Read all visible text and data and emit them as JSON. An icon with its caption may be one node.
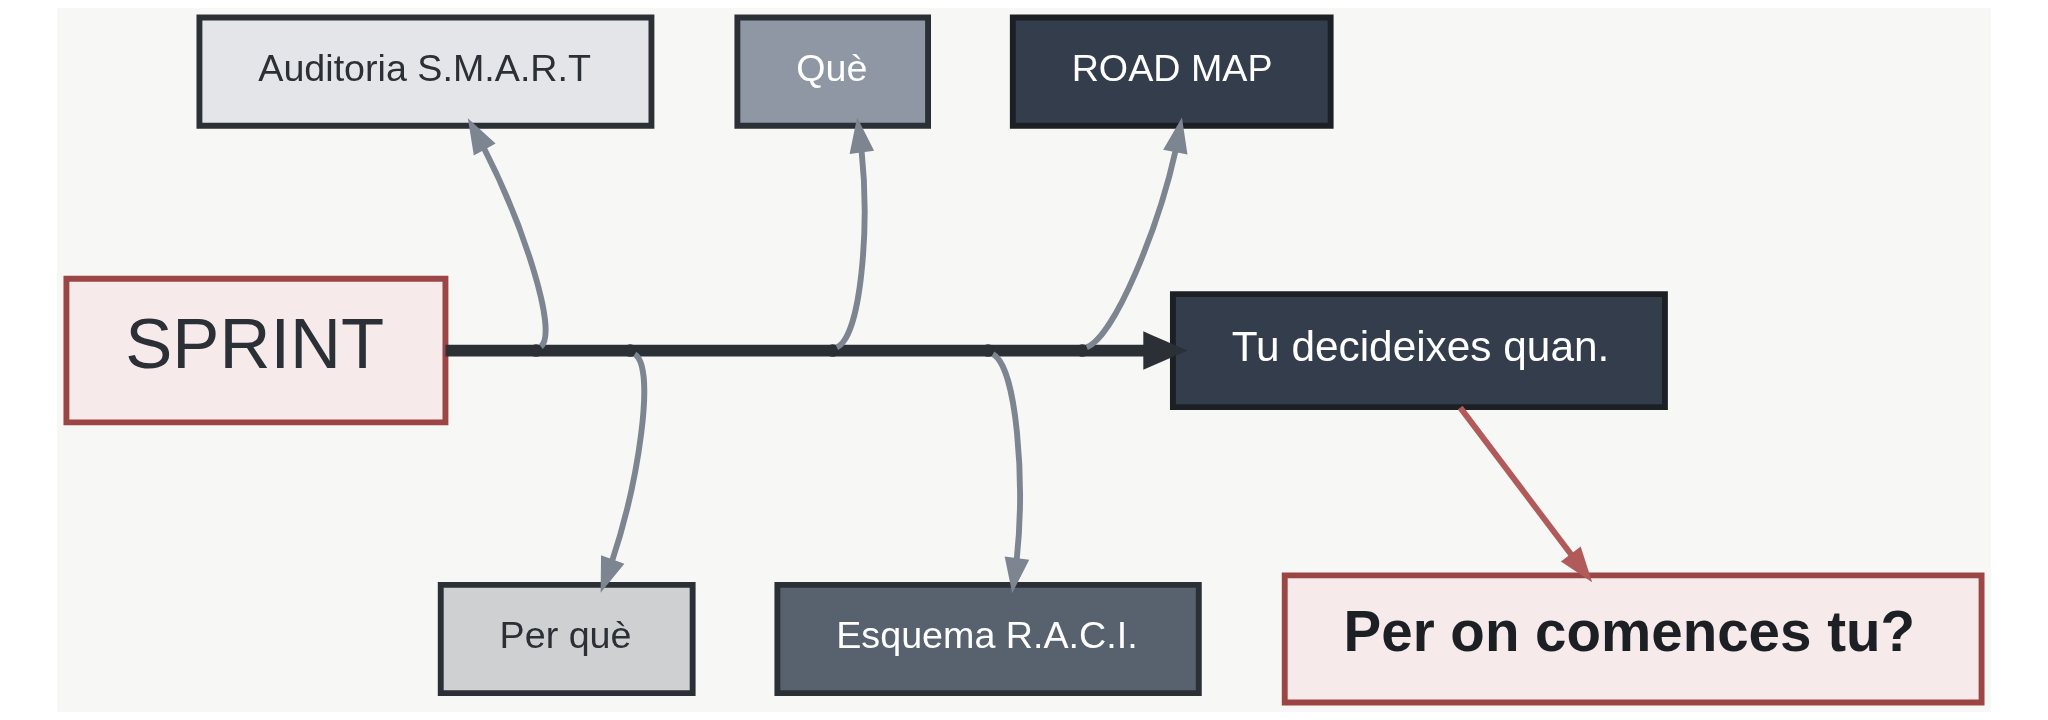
{
  "diagram": {
    "nodes": [
      {
        "text": [
          "SPRINT"
        ]
      },
      {
        "text": [
          "Auditoria S.M.A.R.T"
        ]
      },
      {
        "text": [
          "Què"
        ]
      },
      {
        "text": [
          "ROAD MAP"
        ]
      },
      {
        "text": [
          "Per què"
        ]
      },
      {
        "text": [
          "Esquema R.A.C.I."
        ]
      },
      {
        "text": [
          "Tu decideixes quan."
        ]
      },
      {
        "text": [
          "Per on comences tu?"
        ]
      }
    ],
    "edges": [
      {
        "from": 0,
        "to": 6,
        "arrow": "to",
        "style": "thick",
        "color": "#2b2f36"
      },
      {
        "from": null,
        "to": 1,
        "arrow": "to"
      },
      {
        "from": null,
        "to": 4,
        "arrow": "to"
      },
      {
        "from": null,
        "to": 2,
        "arrow": "to"
      },
      {
        "from": null,
        "to": 5,
        "arrow": "to"
      },
      {
        "from": null,
        "to": 3,
        "arrow": "to"
      },
      {
        "from": 6,
        "to": 7,
        "arrow": "to",
        "color": "#b05a5a"
      }
    ]
  }
}
